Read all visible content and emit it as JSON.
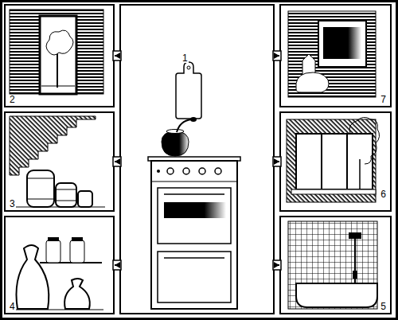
{
  "diagram": {
    "nodes": [
      {
        "text": [
          "2"
        ]
      },
      {
        "text": [
          "1"
        ]
      },
      {
        "text": [
          "7"
        ]
      },
      {
        "text": [
          "3"
        ]
      },
      {
        "text": [
          "6"
        ]
      },
      {
        "text": [
          "4"
        ]
      },
      {
        "text": [
          "5"
        ]
      }
    ],
    "edges": [
      {
        "from": 1,
        "to": 0,
        "arrow": "to"
      },
      {
        "from": 1,
        "to": 2,
        "arrow": "to"
      },
      {
        "from": 1,
        "to": 3,
        "arrow": "to"
      },
      {
        "from": 1,
        "to": 4,
        "arrow": "to"
      },
      {
        "from": 1,
        "to": 5,
        "arrow": "to"
      },
      {
        "from": 1,
        "to": 6,
        "arrow": "to"
      }
    ]
  }
}
